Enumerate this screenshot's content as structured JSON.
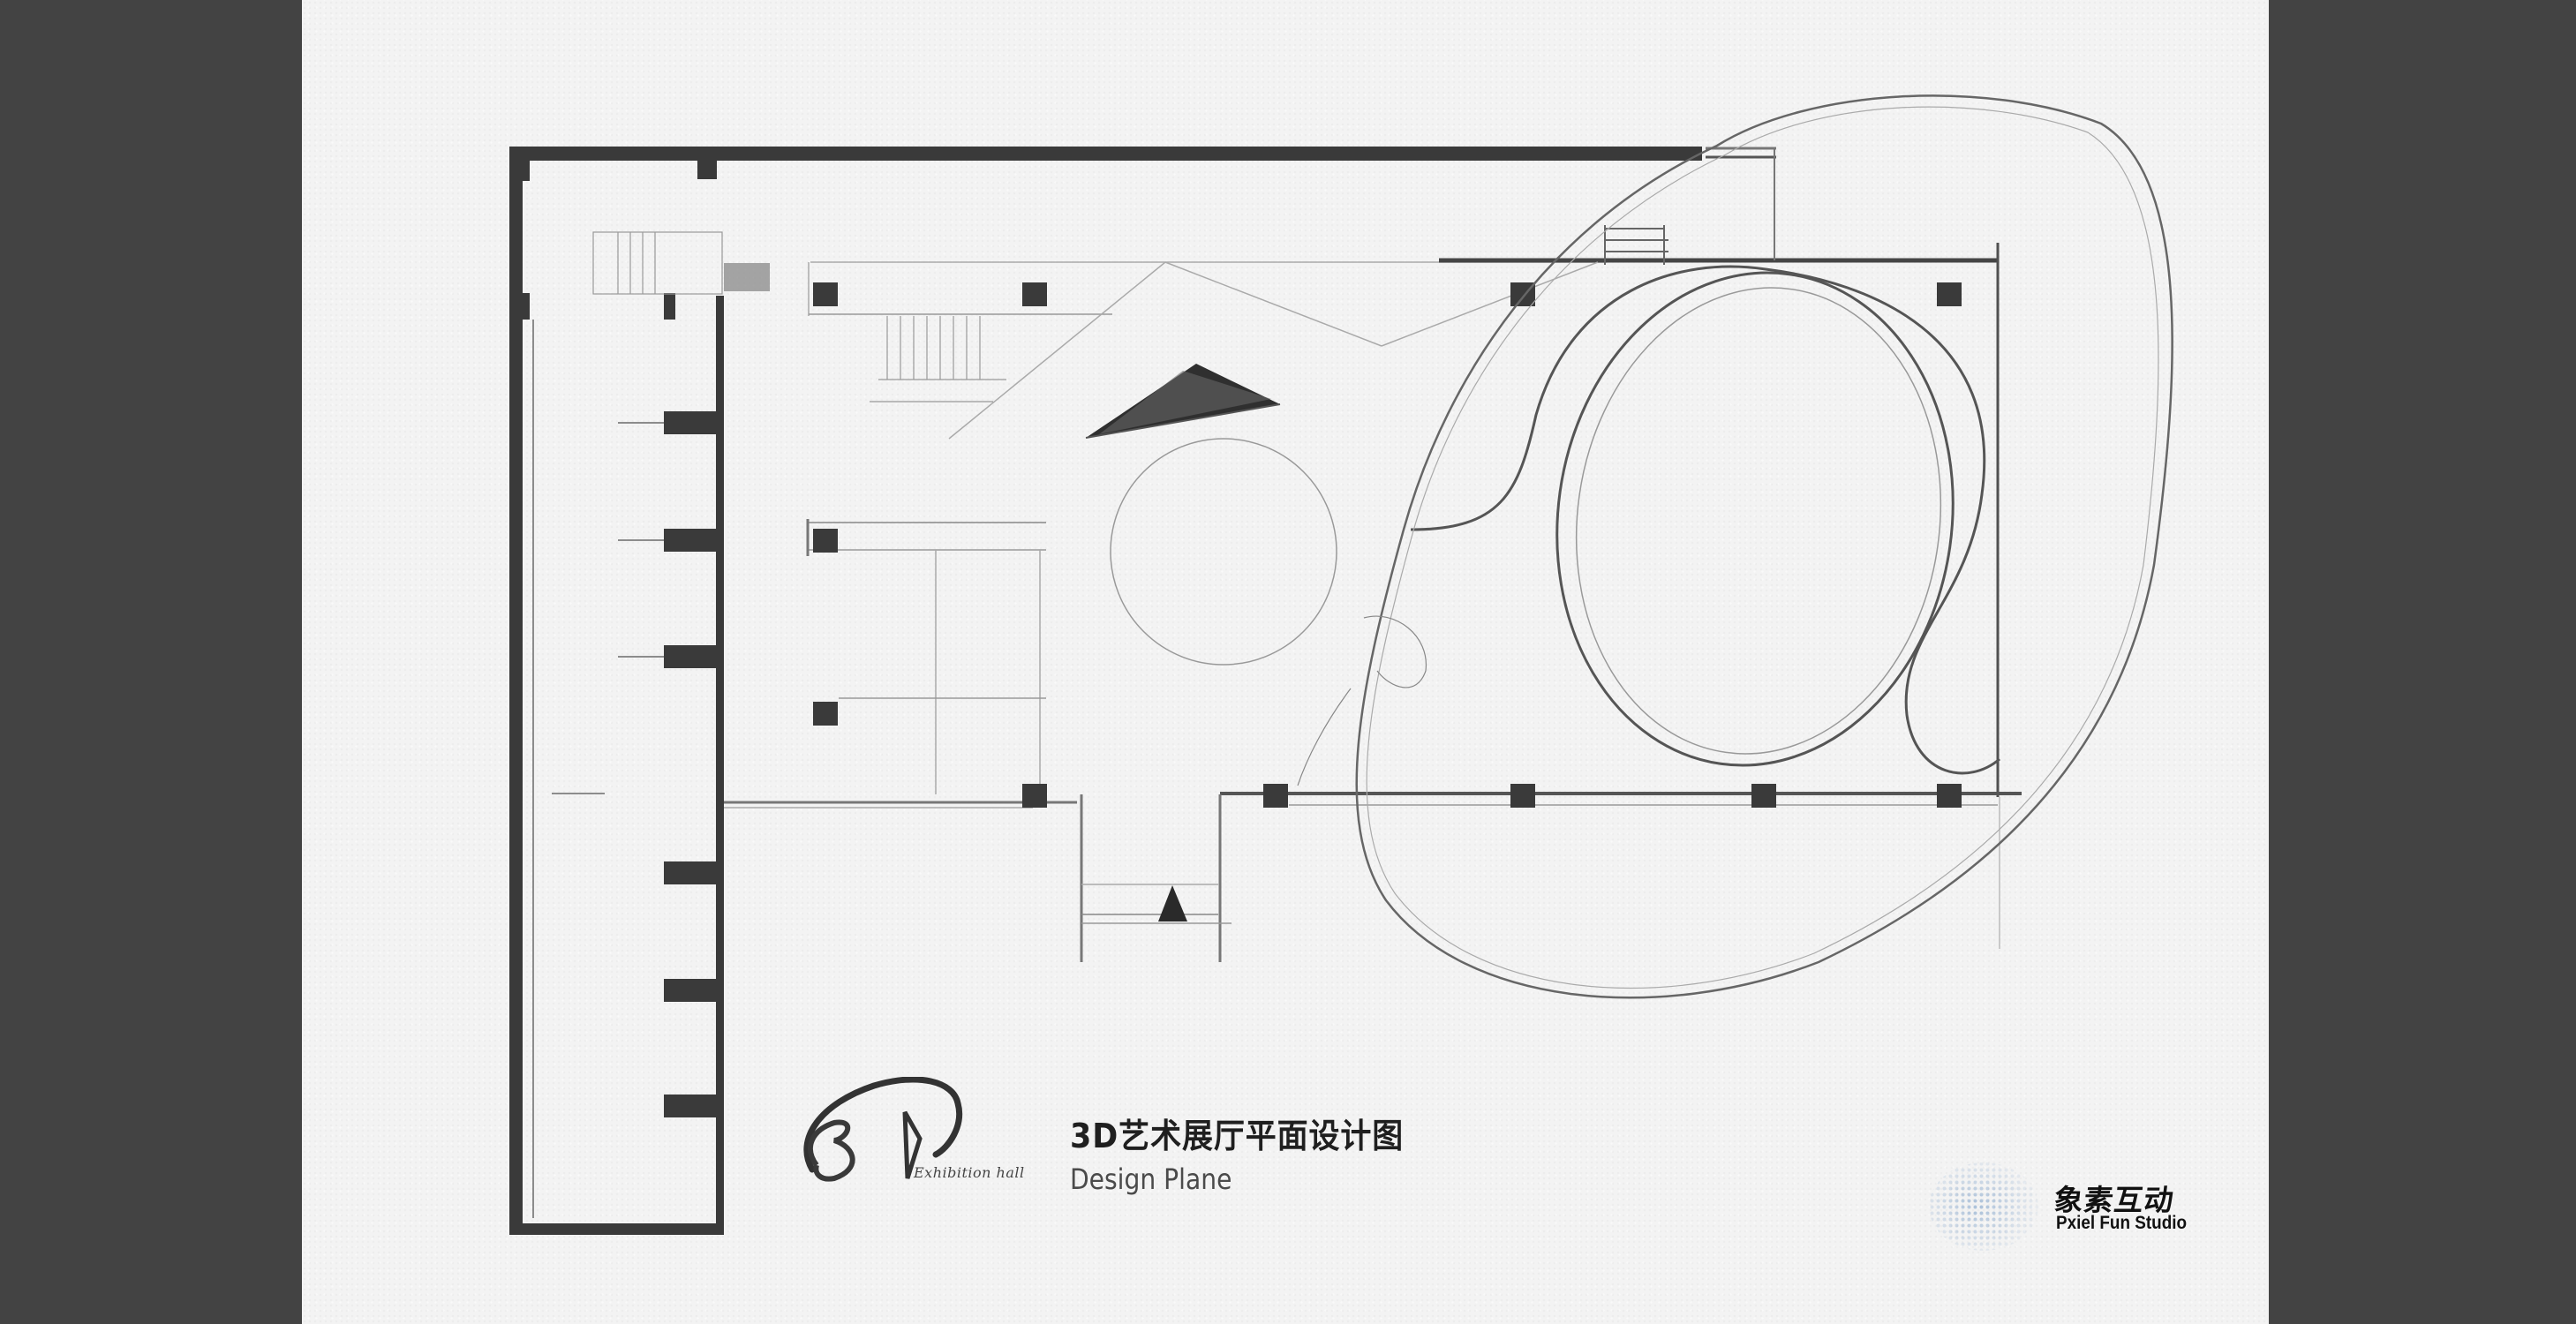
{
  "sheet": {
    "background_color": "#f3f3f3",
    "frame_color": "#434343",
    "ink_color": "#3a3a3a"
  },
  "title_block": {
    "title_cn": "3D艺术展厅平面设计图",
    "title_en": "Design Plane"
  },
  "logo": {
    "mark": "3D",
    "subtitle": "Exhibition hall"
  },
  "studio": {
    "name_cn": "象素互动",
    "name_en": "Pxiel Fun Studio",
    "accent_color": "#1f5fa8"
  },
  "plan": {
    "icons": [
      "north-arrow-icon",
      "entrance-marker-icon",
      "hatched-triangle-icon"
    ],
    "features": [
      "outer-wall",
      "left-corridor",
      "exhibition-hall",
      "central-round-platform",
      "oval-ring-installation",
      "curved-path",
      "stairs-north",
      "stairs-west",
      "entrance-vestibule"
    ]
  }
}
